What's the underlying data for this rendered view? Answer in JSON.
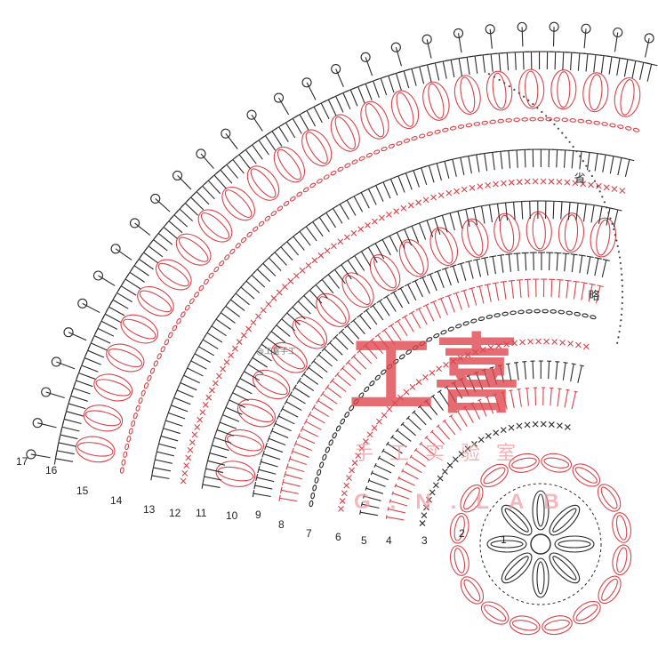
{
  "colors": {
    "red": "#d9434a",
    "black": "#2a2a2a",
    "watermark": "#e0444c"
  },
  "rows": [
    "1",
    "2",
    "3",
    "4",
    "5",
    "6",
    "7",
    "8",
    "9",
    "10",
    "11",
    "12",
    "13",
    "14",
    "15",
    "16",
    "17"
  ],
  "side_labels": [
    "省",
    "略"
  ],
  "watermark": {
    "big": "工喜",
    "chinese": "手工实验室",
    "english": "G.N.LAB",
    "small": "@工喜手工"
  }
}
